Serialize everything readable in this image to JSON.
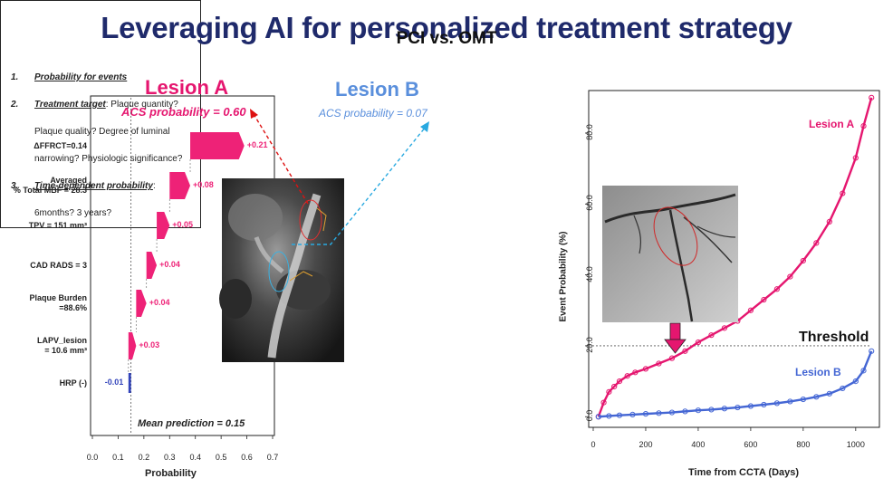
{
  "slide": {
    "title": "Leveraging AI for personalized treatment strategy"
  },
  "lesions": {
    "a_label": "Lesion A",
    "a_prob": "ACS probability = 0.60",
    "a_color": "#e5166f",
    "b_label": "Lesion B",
    "b_prob": "ACS probability = 0.07",
    "b_color": "#5a8fdc"
  },
  "chart_data": [
    {
      "type": "bar",
      "subtype": "waterfall",
      "xlabel": "Probability",
      "xlim": [
        0.0,
        0.7
      ],
      "xticks": [
        "0.0",
        "0.1",
        "0.2",
        "0.3",
        "0.4",
        "0.5",
        "0.6",
        "0.7"
      ],
      "base_value": 0.15,
      "base_label": "Mean prediction = 0.15",
      "features": [
        {
          "label_lines": [
            "ΔFFRCT=0.14"
          ],
          "contribution": 0.21,
          "text": "+0.21"
        },
        {
          "label_lines": [
            "Averaged",
            "% Total MBF = 28.3"
          ],
          "contribution": 0.08,
          "text": "+0.08"
        },
        {
          "label_lines": [
            "TPV = 151 mm³"
          ],
          "contribution": 0.05,
          "text": "+0.05"
        },
        {
          "label_lines": [
            "CAD RADS = 3"
          ],
          "contribution": 0.04,
          "text": "+0.04"
        },
        {
          "label_lines": [
            "Plaque Burden",
            "=88.6%"
          ],
          "contribution": 0.04,
          "text": "+0.04"
        },
        {
          "label_lines": [
            "LAPV_lesion",
            "= 10.6 mm³"
          ],
          "contribution": 0.03,
          "text": "+0.03"
        },
        {
          "label_lines": [
            "HRP (-)"
          ],
          "contribution": -0.01,
          "text": "-0.01"
        }
      ],
      "positive_color": "#ee2277",
      "negative_color": "#3344bb"
    },
    {
      "type": "line",
      "xlabel": "Time from CCTA (Days)",
      "ylabel": "Event Probability (%)",
      "xlim": [
        0,
        1080
      ],
      "ylim": [
        -3,
        92
      ],
      "xticks": [
        0,
        200,
        400,
        600,
        800,
        1000
      ],
      "yticks": [
        "0.0",
        "20.0",
        "40.0",
        "60.0",
        "80.0"
      ],
      "threshold": 20,
      "threshold_label": "Threshold",
      "series": [
        {
          "name": "Lesion A",
          "color": "#e5166f",
          "x": [
            20,
            40,
            60,
            80,
            100,
            130,
            160,
            200,
            250,
            300,
            350,
            400,
            450,
            500,
            550,
            600,
            650,
            700,
            750,
            800,
            850,
            900,
            950,
            1000,
            1030,
            1060
          ],
          "y": [
            0,
            4,
            7,
            8.5,
            10,
            11.5,
            12.5,
            13.5,
            15,
            16.5,
            18.5,
            21,
            23,
            25,
            27,
            30,
            33,
            36,
            39.5,
            44,
            49,
            55,
            63,
            73,
            82,
            90
          ]
        },
        {
          "name": "Lesion B",
          "color": "#4466d4",
          "x": [
            20,
            60,
            100,
            150,
            200,
            250,
            300,
            350,
            400,
            450,
            500,
            550,
            600,
            650,
            700,
            750,
            800,
            850,
            900,
            950,
            1000,
            1030,
            1060
          ],
          "y": [
            0,
            0.2,
            0.4,
            0.6,
            0.8,
            1.0,
            1.2,
            1.5,
            1.8,
            2.0,
            2.3,
            2.6,
            3.0,
            3.4,
            3.8,
            4.3,
            4.9,
            5.6,
            6.5,
            8.0,
            10.0,
            13.0,
            18.5
          ]
        }
      ]
    }
  ],
  "pci_box": {
    "title": "PCI vs. OMT",
    "item1_num": "1.",
    "item1_text": "Probability for events",
    "item2_num": "2.",
    "item2_label": "Treatment target",
    "item2_text": ": Plaque quantity?",
    "item2_line2": "Plaque quality? Degree of luminal",
    "item2_line3": "narrowing? Physiologic significance?",
    "item3_num": "3.",
    "item3_label": "Time-dependent probability",
    "item3_text": ":",
    "item3_line2": "6months? 3 years?"
  }
}
